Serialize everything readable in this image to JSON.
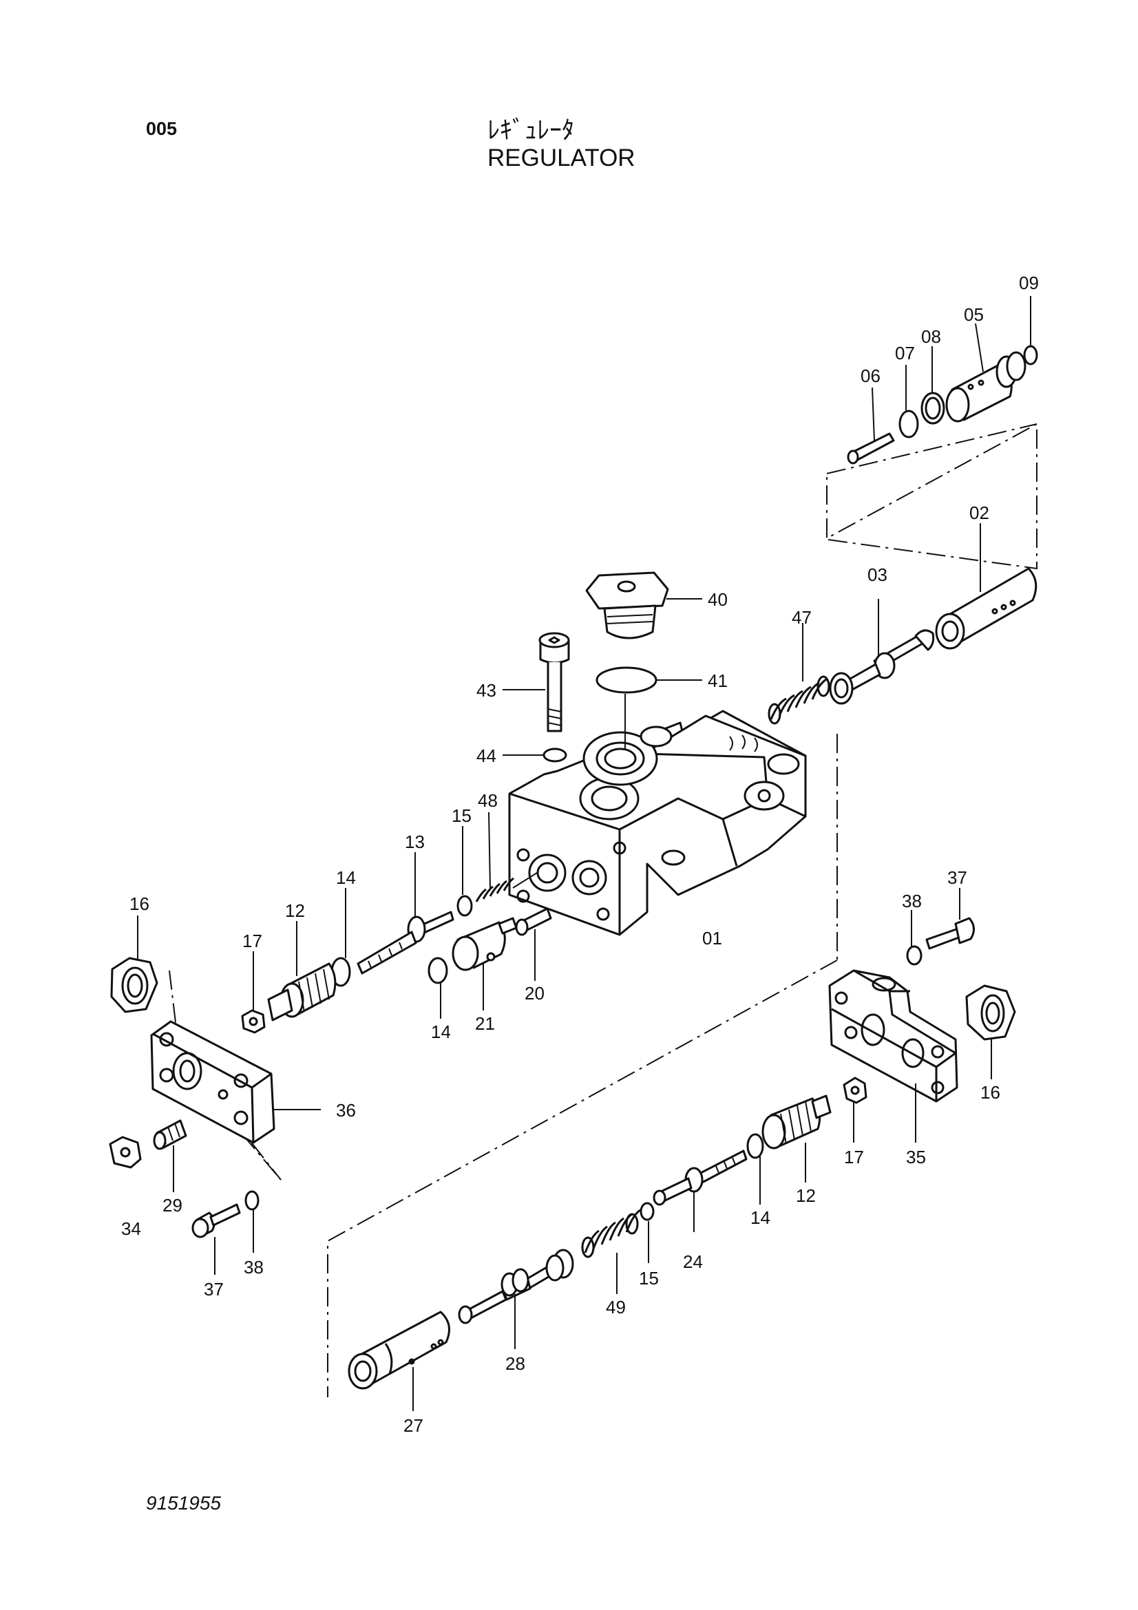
{
  "page": {
    "page_number": "005",
    "title_jp": "ﾚｷﾞｭﾚｰﾀ",
    "title_en": "REGULATOR",
    "footer_code": "9151955"
  },
  "parts": {
    "p01": "01",
    "p02": "02",
    "p03": "03",
    "p05": "05",
    "p06": "06",
    "p07": "07",
    "p08": "08",
    "p09": "09",
    "p12": "12",
    "p13": "13",
    "p14": "14",
    "p15": "15",
    "p16": "16",
    "p17": "17",
    "p20": "20",
    "p21": "21",
    "p24": "24",
    "p27": "27",
    "p28": "28",
    "p29": "29",
    "p34": "34",
    "p35": "35",
    "p36": "36",
    "p37": "37",
    "p38": "38",
    "p40": "40",
    "p41": "41",
    "p43": "43",
    "p44": "44",
    "p47": "47",
    "p48": "48",
    "p49": "49"
  }
}
